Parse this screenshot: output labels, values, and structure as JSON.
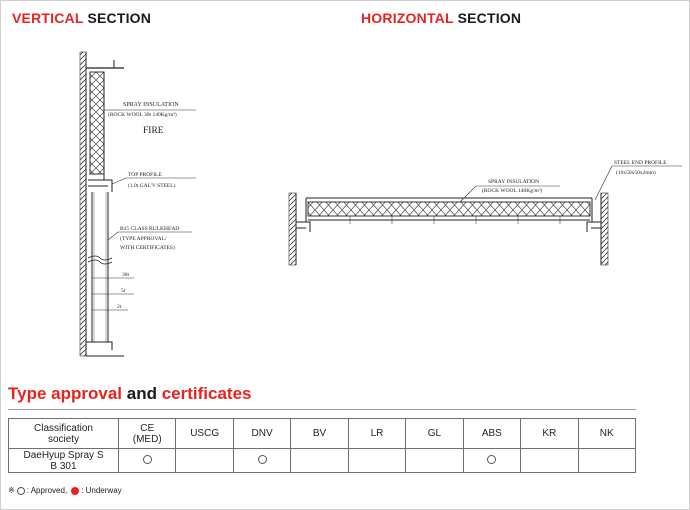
{
  "headings": {
    "vertical": {
      "accent": "VERTICAL",
      "rest": "SECTION"
    },
    "horizontal": {
      "accent": "HORIZONTAL",
      "rest": "SECTION"
    },
    "approval": {
      "accent": "Type approval",
      "middle": "and",
      "rest": "certificates"
    }
  },
  "vertical_drawing": {
    "spray_label": "SPRAY INSULATION",
    "spray_detail": "(ROCK WOOL 30t 140Kg/m³)",
    "fire_label": "FIRE",
    "top_profile": "TOP PROFILE",
    "top_profile_detail": "(1.0t GAL'V STEEL)",
    "bulkhead": "B15 CLASS BULKHEAD",
    "bulkhead_detail1": "(TYPE APPROVAL/",
    "bulkhead_detail2": "WITH CERTIFICATES)",
    "dim_30t": "30t",
    "dim_5t": "5t",
    "dim_2t": "2t"
  },
  "horizontal_drawing": {
    "spray_label": "SPRAY INSULATION",
    "spray_detail": "(ROCK WOOL 140Kg/m³)",
    "end_profile": "STEEL END PROFILE",
    "end_profile_detail": "(10x50x50x2mm)"
  },
  "table": {
    "header": {
      "line1": "Classification",
      "line2": "society"
    },
    "columns": [
      {
        "line1": "CE",
        "line2": "(MED)"
      },
      {
        "line1": "USCG",
        "line2": ""
      },
      {
        "line1": "DNV",
        "line2": ""
      },
      {
        "line1": "BV",
        "line2": ""
      },
      {
        "line1": "LR",
        "line2": ""
      },
      {
        "line1": "GL",
        "line2": ""
      },
      {
        "line1": "ABS",
        "line2": ""
      },
      {
        "line1": "KR",
        "line2": ""
      },
      {
        "line1": "NK",
        "line2": ""
      }
    ],
    "rows": [
      {
        "product_line1": "DaeHyup Spray S",
        "product_line2": "B 301",
        "status": [
          "approved",
          "",
          "approved",
          "",
          "",
          "",
          "approved",
          "",
          ""
        ]
      }
    ]
  },
  "legend": {
    "prefix": "※",
    "approved": ": Approved,",
    "underway": ": Underway"
  },
  "colors": {
    "accent": "#e8231f",
    "text": "#1a1a1a",
    "line": "#6f6f6f"
  }
}
